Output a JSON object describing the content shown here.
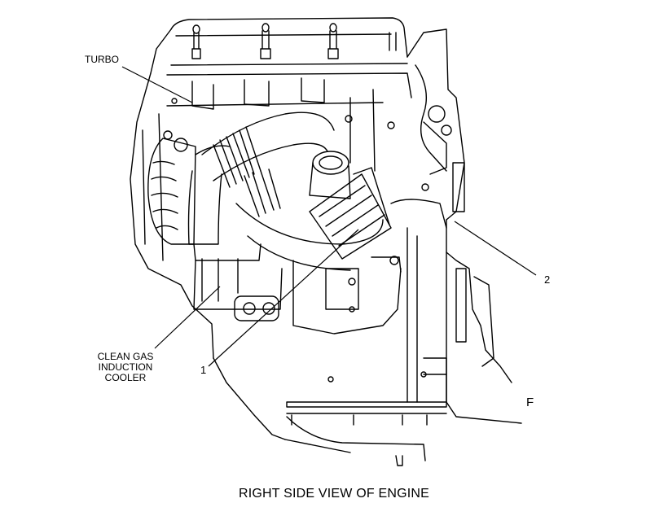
{
  "callouts": {
    "turbo": "TURBO",
    "clean_gas_cooler": [
      "CLEAN GAS",
      "INDUCTION",
      "COOLER"
    ],
    "item_1": "1",
    "item_2": "2",
    "edge_mark": "F"
  },
  "caption": "RIGHT SIDE VIEW OF ENGINE"
}
